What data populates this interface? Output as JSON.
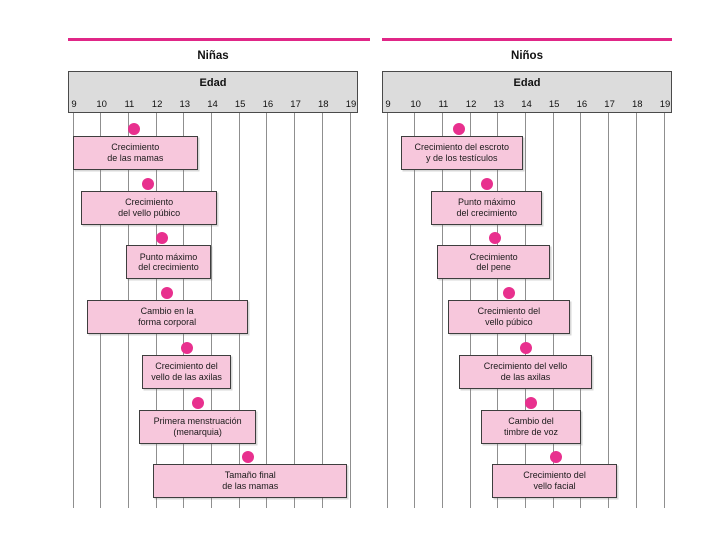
{
  "colors": {
    "accent_pink": "#e02687",
    "dot_pink": "#e8308e",
    "box_fill": "#f7c7dc",
    "box_border": "#3e3e3e",
    "header_fill": "#dcdcdc",
    "header_border": "#4a4a4a",
    "grid_line": "#8f8f8f",
    "text": "#1a1a1a"
  },
  "chart_data": [
    {
      "type": "bar",
      "variant": "horizontal-range-timeline",
      "title": "Niñas",
      "xlabel": "Edad",
      "xlim": [
        9,
        19
      ],
      "x_ticks": [
        9,
        10,
        11,
        12,
        13,
        14,
        15,
        16,
        17,
        18,
        19
      ],
      "grid": true,
      "legend": "none",
      "bars": [
        {
          "label": "Crecimiento de las mamas",
          "lines": [
            "Crecimiento",
            "de las mamas"
          ],
          "start": 9.0,
          "end": 13.5,
          "dot": 11.2
        },
        {
          "label": "Crecimiento del vello púbico",
          "lines": [
            "Crecimiento",
            "del vello púbico"
          ],
          "start": 9.3,
          "end": 14.2,
          "dot": 11.7
        },
        {
          "label": "Punto máximo del crecimiento",
          "lines": [
            "Punto máximo",
            "del crecimiento"
          ],
          "start": 10.9,
          "end": 14.0,
          "dot": 12.2
        },
        {
          "label": "Cambio en la forma corporal",
          "lines": [
            "Cambio en la",
            "forma corporal"
          ],
          "start": 9.5,
          "end": 15.3,
          "dot": 12.4
        },
        {
          "label": "Crecimiento del vello de las axilas",
          "lines": [
            "Crecimiento del",
            "vello de las axilas"
          ],
          "start": 11.5,
          "end": 14.7,
          "dot": 13.1
        },
        {
          "label": "Primera menstruación (menarquia)",
          "lines": [
            "Primera menstruación",
            "(menarquia)"
          ],
          "start": 11.4,
          "end": 15.6,
          "dot": 13.5
        },
        {
          "label": "Tamaño final de las mamas",
          "lines": [
            "Tamaño final",
            "de las mamas"
          ],
          "start": 11.9,
          "end": 18.9,
          "dot": 15.3
        }
      ]
    },
    {
      "type": "bar",
      "variant": "horizontal-range-timeline",
      "title": "Niños",
      "xlabel": "Edad",
      "xlim": [
        9,
        19
      ],
      "x_ticks": [
        9,
        10,
        11,
        12,
        13,
        14,
        15,
        16,
        17,
        18,
        19
      ],
      "grid": true,
      "legend": "none",
      "bars": [
        {
          "label": "Crecimiento del escroto y de los testículos",
          "lines": [
            "Crecimiento del escroto",
            "y de los testículos"
          ],
          "start": 9.5,
          "end": 13.9,
          "dot": 11.6
        },
        {
          "label": "Punto máximo del crecimiento",
          "lines": [
            "Punto máximo",
            "del crecimiento"
          ],
          "start": 10.6,
          "end": 14.6,
          "dot": 12.6
        },
        {
          "label": "Crecimiento del pene",
          "lines": [
            "Crecimiento",
            "del pene"
          ],
          "start": 10.8,
          "end": 14.9,
          "dot": 12.9
        },
        {
          "label": "Crecimiento del vello púbico",
          "lines": [
            "Crecimiento del",
            "vello púbico"
          ],
          "start": 11.2,
          "end": 15.6,
          "dot": 13.4
        },
        {
          "label": "Crecimiento del vello de las axilas",
          "lines": [
            "Crecimiento del vello",
            "de las axilas"
          ],
          "start": 11.6,
          "end": 16.4,
          "dot": 14.0
        },
        {
          "label": "Cambio del timbre de voz",
          "lines": [
            "Cambio del",
            "timbre de voz"
          ],
          "start": 12.4,
          "end": 16.0,
          "dot": 14.2
        },
        {
          "label": "Crecimiento del vello facial",
          "lines": [
            "Crecimiento del",
            "vello facial"
          ],
          "start": 12.8,
          "end": 17.3,
          "dot": 15.1
        }
      ]
    }
  ]
}
